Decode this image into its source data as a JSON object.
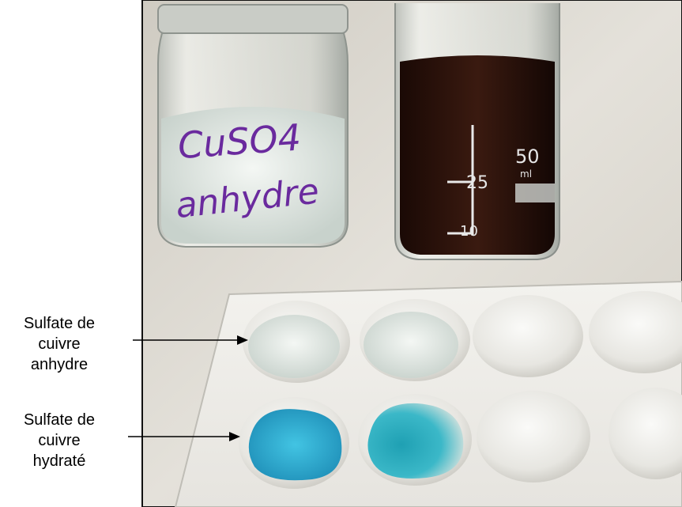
{
  "photo": {
    "jar_label": [
      "CuSO4",
      "anhydre"
    ],
    "beaker_marks": [
      "50",
      "ml",
      "25",
      "10"
    ]
  },
  "annotations": [
    {
      "lines": [
        "Sulfate de",
        "cuivre",
        "anhydre"
      ]
    },
    {
      "lines": [
        "Sulfate de",
        "cuivre",
        "hydraté"
      ]
    }
  ],
  "colors": {
    "anhydrous_powder": "#e6ece8",
    "hydrated_powder": "#2fb6d6",
    "liquid": "#2a130c",
    "bench": "#dcd8cf"
  }
}
